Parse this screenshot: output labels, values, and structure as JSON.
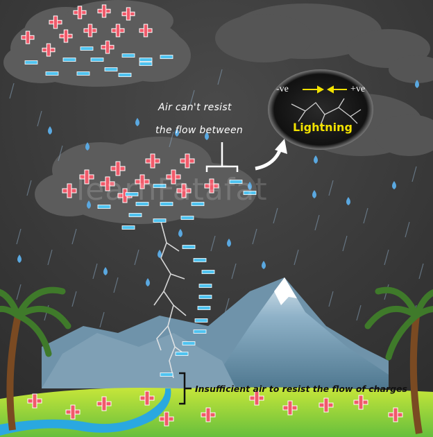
{
  "annotations": {
    "air_line1": "Air can't resist",
    "air_line2": "the flow between",
    "insufficient": "Insufficient air to resist the flow of charges"
  },
  "inset": {
    "negative": "-ve",
    "positive": "+ve",
    "label": "Lightning"
  },
  "watermark": "learnFatafat",
  "symbols": {
    "positive": "+",
    "negative": "−"
  },
  "colors": {
    "sky": "#3b3b3b",
    "cloud": "#5a5a5a",
    "positive": "#f05a6a",
    "negative": "#4fc3f0",
    "lightning_text": "#f2e200",
    "grass": "#8fd14a"
  }
}
